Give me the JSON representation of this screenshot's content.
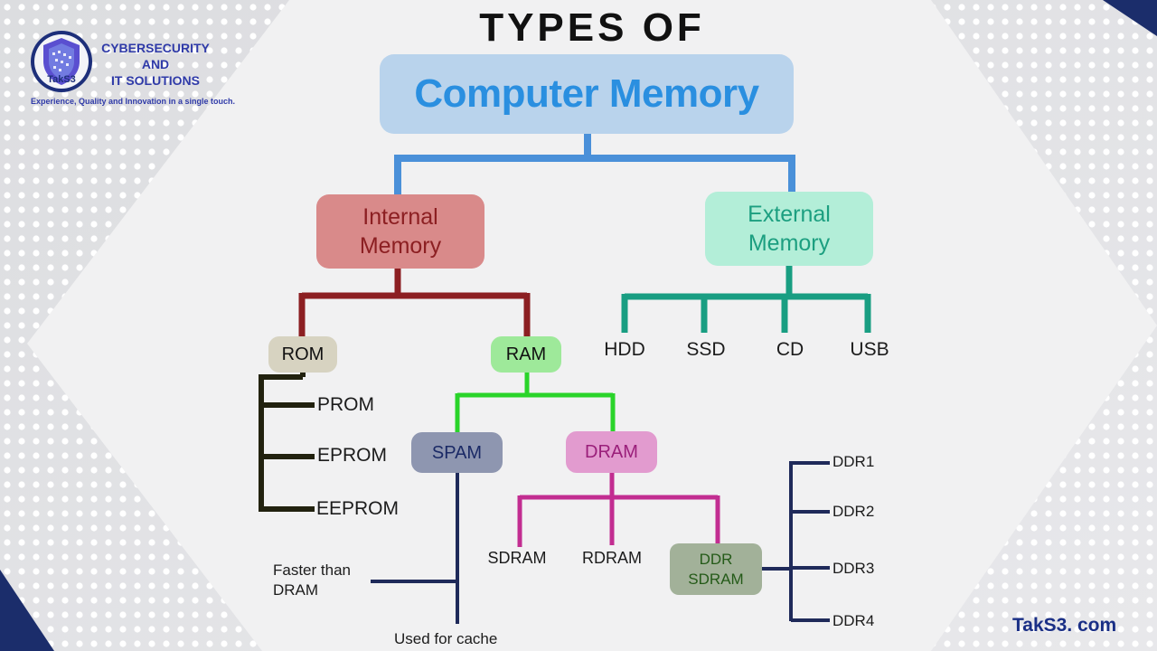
{
  "brand": {
    "logo_text": "TakS3",
    "company_line1": "CYBERSECURITY",
    "company_line2": "AND",
    "company_line3": "IT SOLUTIONS",
    "tagline": "Experience, Quality and Innovation in a single touch.",
    "website": "TakS3. com"
  },
  "title": {
    "line1": "TYPES OF",
    "line2": "Computer Memory"
  },
  "internal": {
    "label_line1": "Internal",
    "label_line2": "Memory",
    "rom": {
      "label": "ROM",
      "children": [
        "PROM",
        "EPROM",
        "EEPROM"
      ]
    },
    "ram": {
      "label": "RAM",
      "spam": {
        "label": "SPAM",
        "note1_line1": "Faster than",
        "note1_line2": "DRAM",
        "note2": "Used for cache"
      },
      "dram": {
        "label": "DRAM",
        "children": [
          "SDRAM",
          "RDRAM"
        ],
        "ddr": {
          "label_line1": "DDR",
          "label_line2": "SDRAM",
          "children": [
            "DDR1",
            "DDR2",
            "DDR3",
            "DDR4"
          ]
        }
      }
    }
  },
  "external": {
    "label_line1": "External",
    "label_line2": "Memory",
    "children": [
      "HDD",
      "SSD",
      "CD",
      "USB"
    ]
  },
  "colors": {
    "title_blue": "#2a8fe0",
    "title_box": "#b9d3ec",
    "connector_blue": "#4a90d9",
    "internal_box": "#d98a8a",
    "internal_text": "#8c1f22",
    "internal_line": "#8c1f22",
    "external_box": "#b3eed8",
    "external_text": "#1c9f80",
    "external_line": "#199e82",
    "rom_box": "#d7d3c1",
    "rom_line": "#22220f",
    "ram_box": "#9ee99a",
    "ram_line": "#2ad42a",
    "spam_box": "#8e96b0",
    "spam_text": "#1b2a66",
    "spam_line": "#1f2a5a",
    "dram_box": "#e29bcf",
    "dram_text": "#9a1f7a",
    "dram_line": "#c22d91",
    "ddr_box": "#a2b199",
    "ddr_text": "#245a18",
    "ddr_line": "#1f2a5a"
  }
}
